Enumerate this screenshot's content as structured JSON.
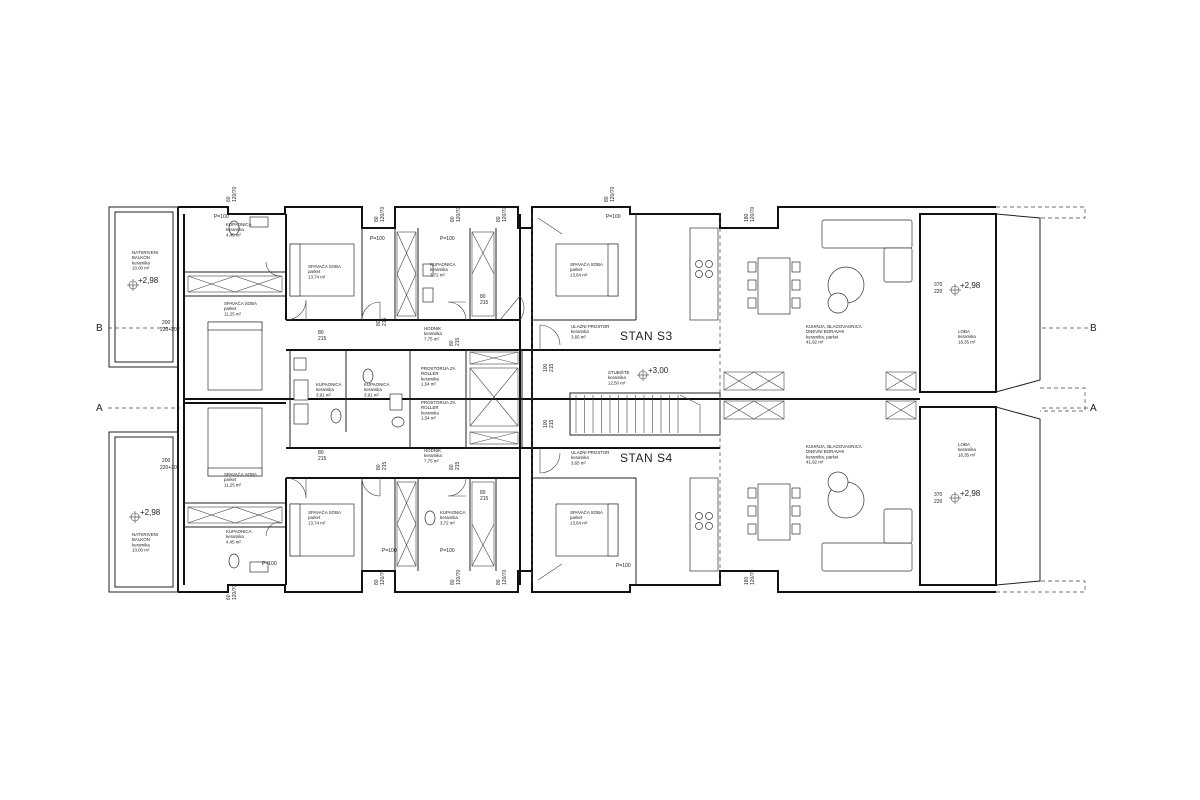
{
  "labels": {
    "stan_s3": "STAN S3",
    "stan_s4": "STAN S4",
    "section_a": "A",
    "section_b": "B"
  },
  "levels": [
    {
      "id": "lvl-balcony-top",
      "value": "+2,98"
    },
    {
      "id": "lvl-balcony-bottom",
      "value": "+2,98"
    },
    {
      "id": "lvl-loggia-top",
      "value": "+2,98"
    },
    {
      "id": "lvl-loggia-bottom",
      "value": "+2,98"
    },
    {
      "id": "lvl-stairs",
      "value": "+3,00"
    }
  ],
  "rooms": [
    {
      "id": "balcony-top",
      "lines": [
        "NATKRIVENI",
        "BALKON",
        "keramika",
        "10,00 m²"
      ]
    },
    {
      "id": "bath-s3-left",
      "lines": [
        "KUPAONICA",
        "keramika",
        "4,45 m²"
      ]
    },
    {
      "id": "bed-s3-left",
      "lines": [
        "SPAVAĆA SOBA",
        "parket",
        "11,25 m²"
      ]
    },
    {
      "id": "bed-s3-mid",
      "lines": [
        "SPAVAĆA SOBA",
        "parket",
        "13,74 m²"
      ]
    },
    {
      "id": "bath-s3-mid",
      "lines": [
        "KUPAONICA",
        "keramika",
        "3,72 m²"
      ]
    },
    {
      "id": "bath-s3-inner",
      "lines": [
        "KUPAONICA",
        "keramika",
        "3,91 m²"
      ]
    },
    {
      "id": "bath-s4-inner",
      "lines": [
        "KUPAONICA",
        "keramika",
        "3,91 m²"
      ]
    },
    {
      "id": "hall-s3",
      "lines": [
        "HODNIK",
        "keramika",
        "7,75 m²"
      ]
    },
    {
      "id": "storage-s3",
      "lines": [
        "PROSTORIJA ZA",
        "ROLLER",
        "keramika",
        "1,54 m²"
      ]
    },
    {
      "id": "storage-s4",
      "lines": [
        "PROSTORIJA ZA",
        "ROLLER",
        "keramika",
        "1,54 m²"
      ]
    },
    {
      "id": "bed-s3-right",
      "lines": [
        "SPAVAĆA SOBA",
        "parket",
        "13,64 m²"
      ]
    },
    {
      "id": "entry-s3",
      "lines": [
        "ULAZNI PROSTOR",
        "keramika",
        "3,65 m²"
      ]
    },
    {
      "id": "stairs",
      "lines": [
        "STUBIŠTE",
        "keramika",
        "12,50 m²"
      ]
    },
    {
      "id": "living-s3",
      "lines": [
        "KUHINJA, BLAGOVAONICA",
        "DNEVNI BORAVAK",
        "keramika, parket",
        "41,92 m²"
      ]
    },
    {
      "id": "loggia-s3",
      "lines": [
        "LOĐA",
        "keramika",
        "18,35 m²"
      ]
    },
    {
      "id": "bed-s4-left",
      "lines": [
        "SPAVAĆA SOBA",
        "parket",
        "11,25 m²"
      ]
    },
    {
      "id": "hall-s4",
      "lines": [
        "HODNIK",
        "keramika",
        "7,75 m²"
      ]
    },
    {
      "id": "entry-s4",
      "lines": [
        "ULAZNI PROSTOR",
        "keramika",
        "3,65 m²"
      ]
    },
    {
      "id": "living-s4",
      "lines": [
        "KUHINJA, BLAGOVAONICA",
        "DNEVNI BORAVAK",
        "keramika, parket",
        "41,92 m²"
      ]
    },
    {
      "id": "loggia-s4",
      "lines": [
        "LOĐA",
        "keramika",
        "18,35 m²"
      ]
    },
    {
      "id": "bed-s4-mid",
      "lines": [
        "SPAVAĆA SOBA",
        "parket",
        "13,74 m²"
      ]
    },
    {
      "id": "bath-s4-mid",
      "lines": [
        "KUPAONICA",
        "keramika",
        "3,72 m²"
      ]
    },
    {
      "id": "bed-s4-right",
      "lines": [
        "SPAVAĆA SOBA",
        "parket",
        "13,64 m²"
      ]
    },
    {
      "id": "bath-s4-left",
      "lines": [
        "KUPAONICA",
        "keramika",
        "4,45 m²"
      ]
    },
    {
      "id": "balcony-bottom",
      "lines": [
        "NATKRIVENI",
        "BALKON",
        "keramika",
        "10,00 m²"
      ]
    }
  ],
  "dimensions": [
    {
      "id": "d1",
      "value": "60"
    },
    {
      "id": "d2",
      "value": "120/70"
    },
    {
      "id": "d3",
      "value": "80"
    },
    {
      "id": "d4",
      "value": "120/70"
    },
    {
      "id": "d5",
      "value": "80"
    },
    {
      "id": "d6",
      "value": "120/70"
    },
    {
      "id": "d7",
      "value": "80"
    },
    {
      "id": "d8",
      "value": "120/70"
    },
    {
      "id": "d9",
      "value": "80"
    },
    {
      "id": "d10",
      "value": "120/70"
    },
    {
      "id": "d11",
      "value": "180"
    },
    {
      "id": "d12",
      "value": "120/70"
    },
    {
      "id": "d13",
      "value": "P=100"
    },
    {
      "id": "d14",
      "value": "P=100"
    },
    {
      "id": "d15",
      "value": "P=100"
    },
    {
      "id": "d16",
      "value": "P=100"
    },
    {
      "id": "d17",
      "value": "200"
    },
    {
      "id": "d18",
      "value": "220+20"
    },
    {
      "id": "d19",
      "value": "80"
    },
    {
      "id": "d20",
      "value": "215"
    },
    {
      "id": "d21",
      "value": "80"
    },
    {
      "id": "d22",
      "value": "215"
    },
    {
      "id": "d23",
      "value": "80"
    },
    {
      "id": "d24",
      "value": "215"
    },
    {
      "id": "d25",
      "value": "80"
    },
    {
      "id": "d26",
      "value": "215"
    },
    {
      "id": "d27",
      "value": "370"
    },
    {
      "id": "d28",
      "value": "220"
    },
    {
      "id": "d29",
      "value": "100"
    },
    {
      "id": "d30",
      "value": "215"
    },
    {
      "id": "d31",
      "value": "100"
    },
    {
      "id": "d32",
      "value": "215"
    },
    {
      "id": "d33",
      "value": "200"
    },
    {
      "id": "d34",
      "value": "220+20"
    },
    {
      "id": "d35",
      "value": "80"
    },
    {
      "id": "d36",
      "value": "215"
    },
    {
      "id": "d37",
      "value": "80"
    },
    {
      "id": "d38",
      "value": "215"
    },
    {
      "id": "d39",
      "value": "80"
    },
    {
      "id": "d40",
      "value": "215"
    },
    {
      "id": "d41",
      "value": "370"
    },
    {
      "id": "d42",
      "value": "220"
    },
    {
      "id": "d43",
      "value": "80"
    },
    {
      "id": "d44",
      "value": "215"
    },
    {
      "id": "d45",
      "value": "60"
    },
    {
      "id": "d46",
      "value": "120/70"
    },
    {
      "id": "d47",
      "value": "80"
    },
    {
      "id": "d48",
      "value": "120/70"
    },
    {
      "id": "d49",
      "value": "80"
    },
    {
      "id": "d50",
      "value": "120/70"
    },
    {
      "id": "d51",
      "value": "80"
    },
    {
      "id": "d52",
      "value": "120/70"
    },
    {
      "id": "d53",
      "value": "180"
    },
    {
      "id": "d54",
      "value": "120/70"
    },
    {
      "id": "d55",
      "value": "P=100"
    },
    {
      "id": "d56",
      "value": "P=100"
    },
    {
      "id": "d57",
      "value": "P=100"
    },
    {
      "id": "d58",
      "value": "P=100"
    }
  ]
}
